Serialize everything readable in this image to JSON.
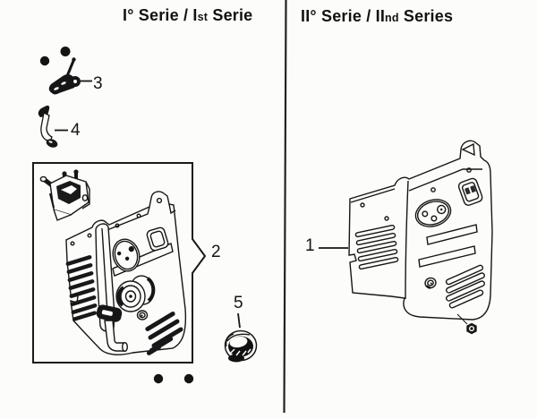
{
  "colors": {
    "ink": "#1a1a1a",
    "paper": "#fcfcfa"
  },
  "sections": {
    "left": {
      "title_prefix": "I° Serie / I",
      "title_small": "st",
      "title_suffix": " Serie"
    },
    "right": {
      "title_prefix": "II° Serie / II",
      "title_small": "nd",
      "title_suffix": " Series"
    }
  },
  "labels": {
    "part1": "1",
    "part2": "2",
    "part3": "3",
    "part4": "4",
    "part5": "5"
  },
  "drawings": {
    "part1": "second-series-side-panel-drawing",
    "part2": "first-series-side-panel-drawing",
    "part3": "lever-assembly-drawing",
    "part4": "support-rod-drawing",
    "part5": "cap-knob-drawing",
    "bracket": "mounting-bracket-drawing",
    "fasteners": "bolt-head-dots"
  }
}
